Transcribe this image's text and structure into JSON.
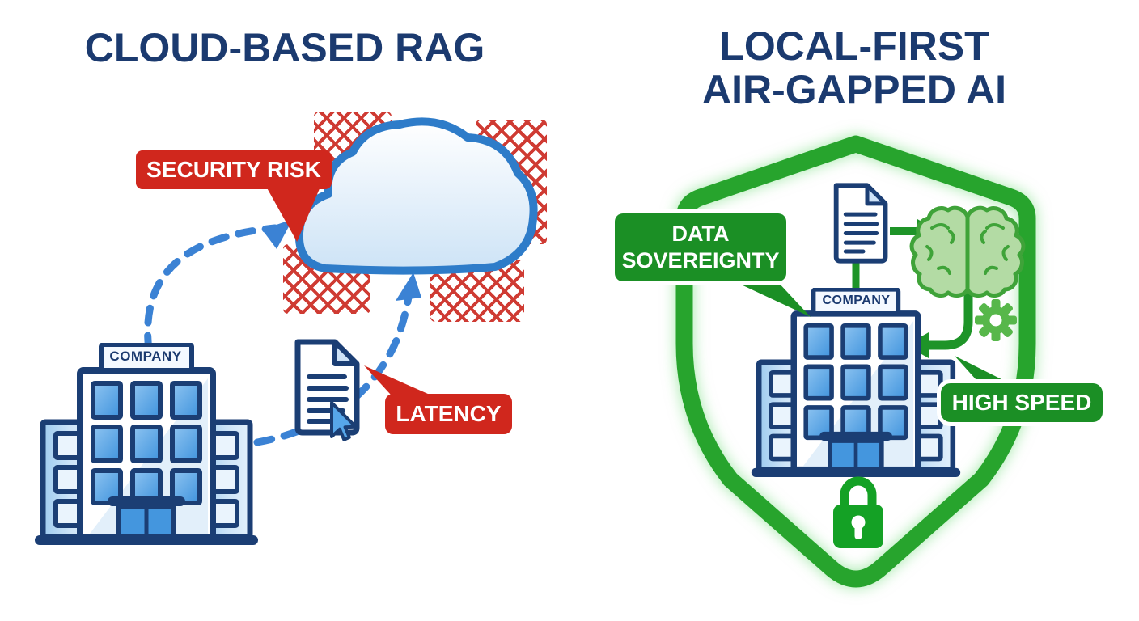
{
  "left_panel": {
    "title": "CLOUD-BASED RAG",
    "badges": {
      "security_risk": "SECURITY RISK",
      "latency": "LATENCY"
    },
    "building_sign": "COMPANY"
  },
  "right_panel": {
    "title_line1": "LOCAL-FIRST",
    "title_line2": "AIR-GAPPED AI",
    "badges": {
      "data_sovereignty_line1": "DATA",
      "data_sovereignty_line2": "SOVEREIGNTY",
      "high_speed": "HIGH SPEED"
    },
    "building_sign": "COMPANY"
  },
  "icons": {
    "cloud": "cloud-icon",
    "building": "building-icon",
    "document": "document-icon",
    "cursor": "cursor-icon",
    "brain": "brain-icon",
    "gear": "gear-icon",
    "lock": "lock-icon",
    "shield": "shield-icon",
    "crosshatch": "crosshatch-pattern",
    "dashed_arrow": "dashed-arrow-icon"
  },
  "colors": {
    "title_navy": "#1b3a6f",
    "alert_red": "#d0271d",
    "badge_green": "#1b8f25",
    "shield_green": "#27a42d",
    "arrow_blue": "#3b82d4",
    "cloud_border_blue": "#2e7cc9",
    "outline_navy": "#1b3e74",
    "window_blue": "#4d9de2",
    "brain_fill_green": "#b3dba4",
    "brain_stroke_green": "#3fa339",
    "lock_green": "#14a125"
  }
}
